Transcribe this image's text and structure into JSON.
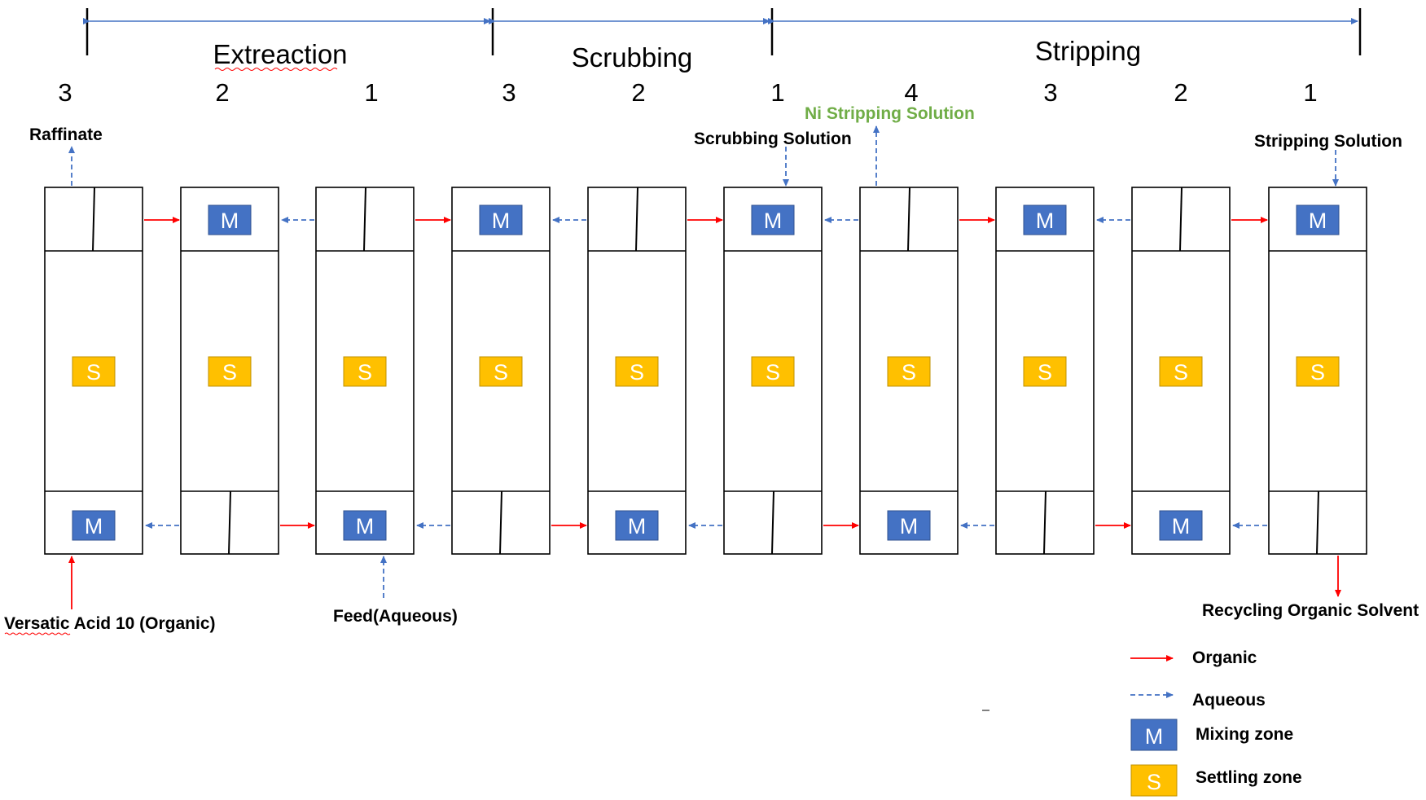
{
  "sections": [
    {
      "title": "Extreaction"
    },
    {
      "title": "Scrubbing"
    },
    {
      "title": "Stripping"
    }
  ],
  "stage_numbers": [
    "3",
    "2",
    "1",
    "3",
    "2",
    "1",
    "4",
    "3",
    "2",
    "1"
  ],
  "zone_letters": {
    "mixing": "M",
    "settling": "S"
  },
  "stream_labels": {
    "raffinate": "Raffinate",
    "scrubbing_solution": "Scrubbing Solution",
    "ni_stripping_solution": "Ni Stripping Solution",
    "stripping_solution": "Stripping Solution",
    "versatic_acid": "Versatic Acid 10 (Organic)",
    "feed": "Feed(Aqueous)",
    "recycling_solvent": "Recycling Organic Solvent"
  },
  "legend": {
    "organic": "Organic",
    "aqueous": "Aqueous",
    "mixing_zone": "Mixing zone",
    "settling_zone": "Settling zone"
  },
  "colors": {
    "organic": "#ff0000",
    "aqueous": "#4472c4",
    "mixing": "#4472c4",
    "settling": "#ffc000",
    "ni_label": "#70ad47",
    "section_line": "#4472c4"
  }
}
